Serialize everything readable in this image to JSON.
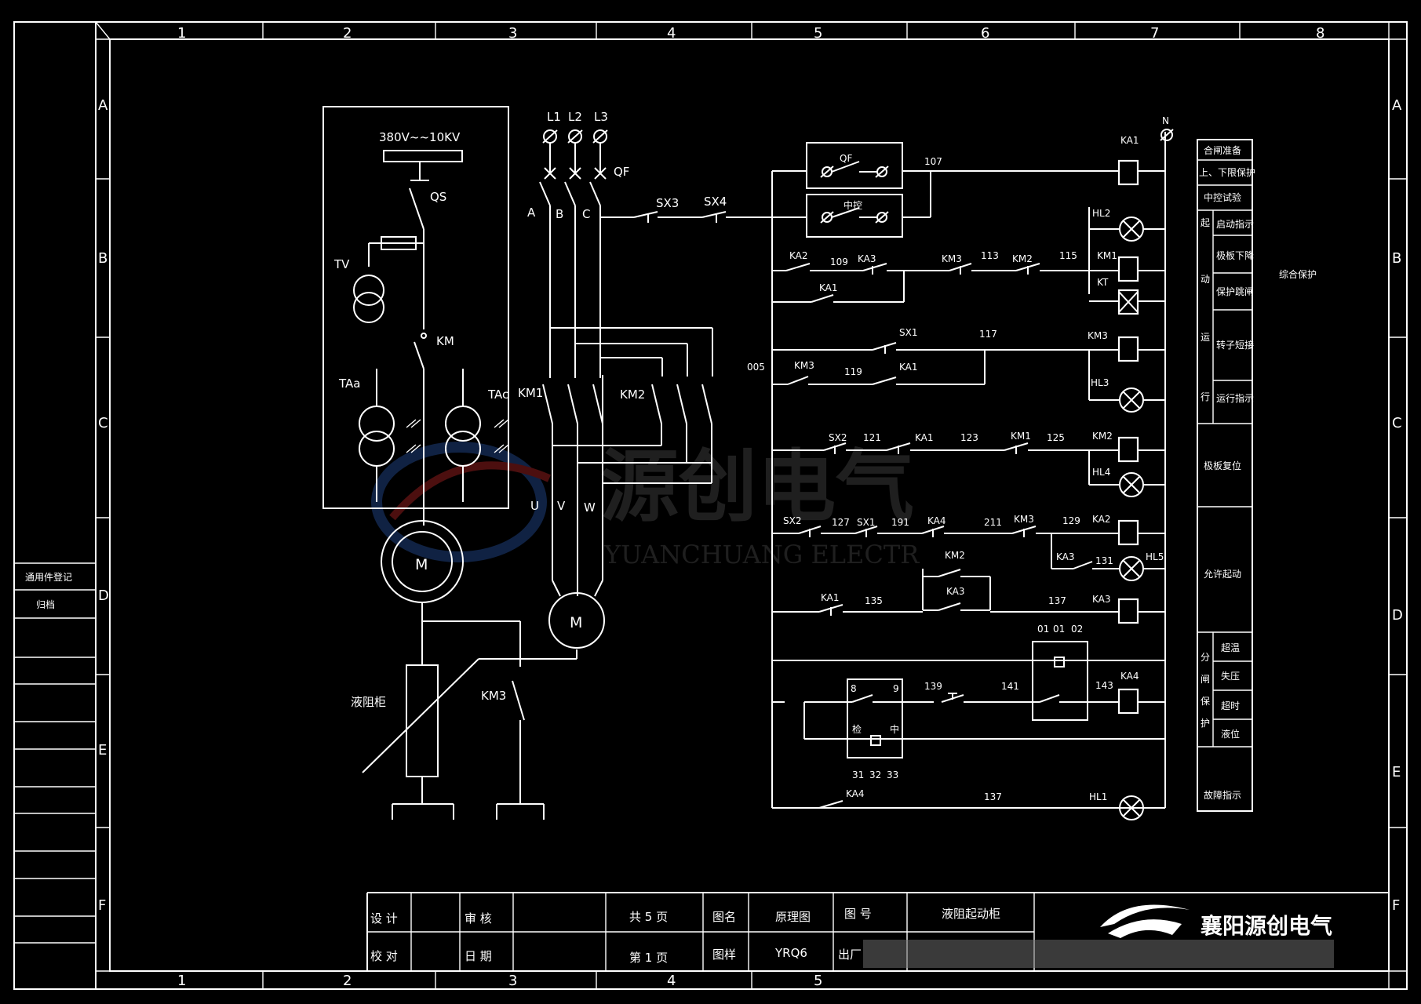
{
  "zones": {
    "cols": [
      "1",
      "2",
      "3",
      "4",
      "5",
      "6",
      "7",
      "8"
    ],
    "rows": [
      "A",
      "B",
      "C",
      "D",
      "E",
      "F"
    ]
  },
  "side": {
    "r1": "通用件登记",
    "r2": "归档"
  },
  "hv": {
    "voltage": "380V~~10KV",
    "qs": "QS",
    "tv": "TV",
    "km": "KM",
    "taa": "TAa",
    "tac": "TAc",
    "motor": "M"
  },
  "power": {
    "l1": "L1",
    "l2": "L2",
    "l3": "L3",
    "qf": "QF",
    "a": "A",
    "b": "B",
    "c": "C",
    "km1": "KM1",
    "km2": "KM2",
    "u": "U",
    "v": "V",
    "w": "W",
    "motor": "M"
  },
  "lower": {
    "resistor": "液阻柜",
    "km3": "KM3"
  },
  "ctrl": {
    "n": "N",
    "sx3": "SX3",
    "sx4": "SX4",
    "qf": "QF",
    "zk": "中控",
    "n107": "107",
    "ka1_coil": "KA1",
    "hl2": "HL2",
    "ka2": "KA2",
    "n109": "109",
    "ka3": "KA3",
    "km3": "KM3",
    "n113": "113",
    "km2": "KM2",
    "n115": "115",
    "km1": "KM1",
    "kt": "KT",
    "ka1b": "KA1",
    "sx1": "SX1",
    "n117": "117",
    "km3_coil": "KM3",
    "n005": "005",
    "km3b": "KM3",
    "n119": "119",
    "ka1c": "KA1",
    "hl3": "HL3",
    "sx2": "SX2",
    "n121": "121",
    "ka1d": "KA1",
    "n123": "123",
    "km1b": "KM1",
    "n125": "125",
    "km2_coil": "KM2",
    "hl4": "HL4",
    "sx2b": "SX2",
    "n127": "127",
    "sx1b": "SX1",
    "n191": "191",
    "ka4": "KA4",
    "n211": "211",
    "km3c": "KM3",
    "n129": "129",
    "ka2_coil": "KA2",
    "km2b": "KM2",
    "ka3b": "KA3",
    "n131": "131",
    "hl5": "HL5",
    "ka1e": "KA1",
    "n135": "135",
    "ka3c": "KA3",
    "n137": "137",
    "ka3_coil": "KA3",
    "r01a": "01",
    "r01b": "01",
    "r02": "02",
    "n139": "139",
    "n141": "141",
    "n143": "143",
    "ka4_coil": "KA4",
    "r8": "8",
    "r9": "9",
    "rz1": "检",
    "rz2": "中",
    "r31": "31",
    "r32": "32",
    "r33": "33",
    "ka4b": "KA4",
    "n137b": "137",
    "hl1": "HL1"
  },
  "legend": {
    "r1": "合闸准备",
    "r2": "上、下限保护",
    "r3": "中控试验",
    "r4": "启动指示",
    "r5": "极板下降",
    "r6": "保护跳闸",
    "r7": "转子短接",
    "r8": "运行指示",
    "r9": "极板复位",
    "r10": "允许起动",
    "r11": "超温",
    "r12": "失压",
    "r13": "超时",
    "r14": "液位",
    "r15": "故障指示",
    "s1": "起",
    "s2": "动",
    "s3": "运",
    "s4": "行",
    "f1": "分",
    "f2": "闸",
    "f3": "保",
    "f4": "护",
    "right": "综合保护"
  },
  "titleblock": {
    "design": "设 计",
    "check": "校 对",
    "review": "审 核",
    "date": "日 期",
    "total": "共 5 页",
    "page": "第 1 页",
    "name_label": "图名",
    "name": "原理图",
    "sample_label": "图样",
    "sample": "YRQ6",
    "num_label": "图 号",
    "factory": "出厂",
    "product": "液阻起动柜",
    "company": "襄阳源创电气"
  },
  "watermark": {
    "cn": "源创电气",
    "en": "YUANCHUANG ELECTR"
  }
}
